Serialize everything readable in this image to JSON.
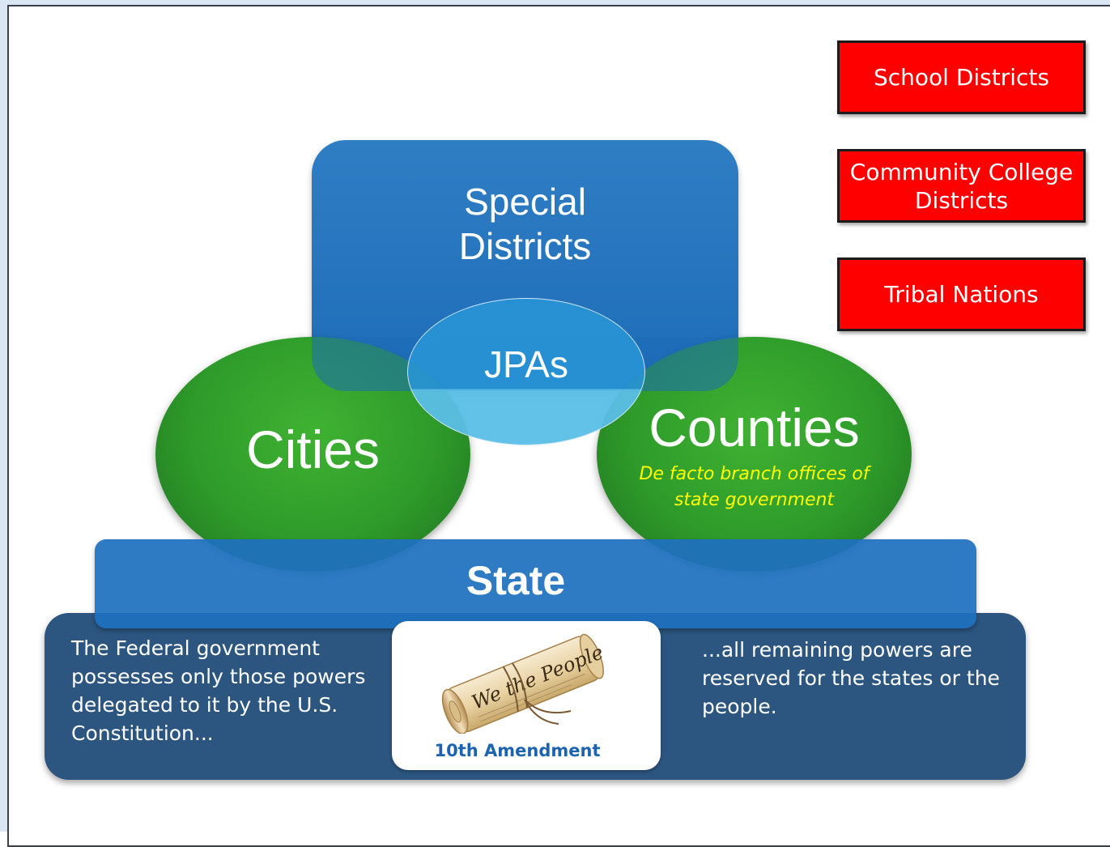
{
  "side_boxes": {
    "school": "School Districts",
    "community_college": "Community College\nDistricts",
    "tribal": "Tribal Nations"
  },
  "diagram": {
    "special_districts": "Special\nDistricts",
    "jpas": "JPAs",
    "cities": "Cities",
    "counties": "Counties",
    "counties_note": "De facto branch offices of\nstate government",
    "state": "State"
  },
  "base": {
    "federal_text": "The Federal government possesses only those powers delegated to it by the U.S. Constitution...",
    "reserved_text": "...all remaining powers are reserved for the states or the people.",
    "amendment_label": "10th Amendment",
    "scroll_text": "We the People"
  },
  "colors": {
    "red_box": "#ff0000",
    "special_blue": "#1d6cb8",
    "oval_green": "#2e9b2a",
    "base_navy": "#2c5680",
    "note_yellow": "#ffff00",
    "amend_blue": "#1d63b0"
  }
}
